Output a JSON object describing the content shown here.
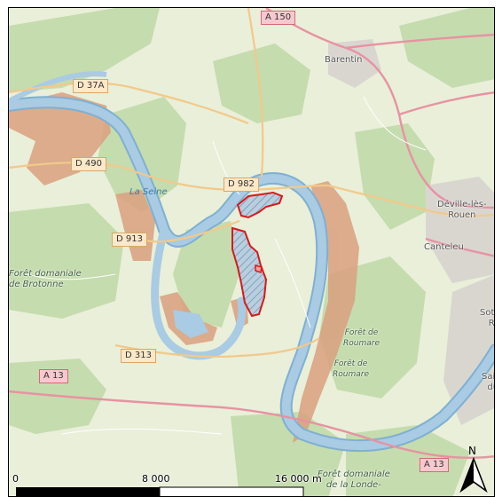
{
  "roads": {
    "a150": "A 150",
    "d37a": "D 37A",
    "d490": "D 490",
    "d982": "D 982",
    "d913": "D 913",
    "d313": "D 313",
    "a13_left": "A 13",
    "a13_right": "A 13"
  },
  "places": {
    "barentin": "Barentin",
    "deville_line1": "Déville-lès-",
    "deville_line2": "Rouen",
    "canteleu": "Canteleu",
    "sotteville": "Sotte",
    "sotteville2": "R",
    "saint": "Saint-",
    "saint2": "du-",
    "la_seine": "La Seine"
  },
  "forests": {
    "brotonne_line1": "Forêt domaniale",
    "brotonne_line2": "de Brotonne",
    "roumare1_line1": "Forêt de",
    "roumare1_line2": "Roumare",
    "roumare2_line1": "Forêt de",
    "roumare2_line2": "Roumare",
    "londe_line1": "Forêt domaniale",
    "londe_line2": "de la Londe-"
  },
  "scale_bar": {
    "label_0": "0",
    "label_mid": "8 000",
    "label_end": "16 000 m"
  },
  "north_arrow": {
    "label": "N"
  },
  "colors": {
    "background": "#e9efd9",
    "forest": "#c5dcae",
    "river": "#a9cbe3",
    "river_edge": "#7fb0d2",
    "study_area_outline": "#d7191c",
    "study_area_fill": "#b9cfe0",
    "protected_zone": "#d9a07f",
    "urban": "#d9d6d0",
    "motorway": "#e892a2"
  }
}
